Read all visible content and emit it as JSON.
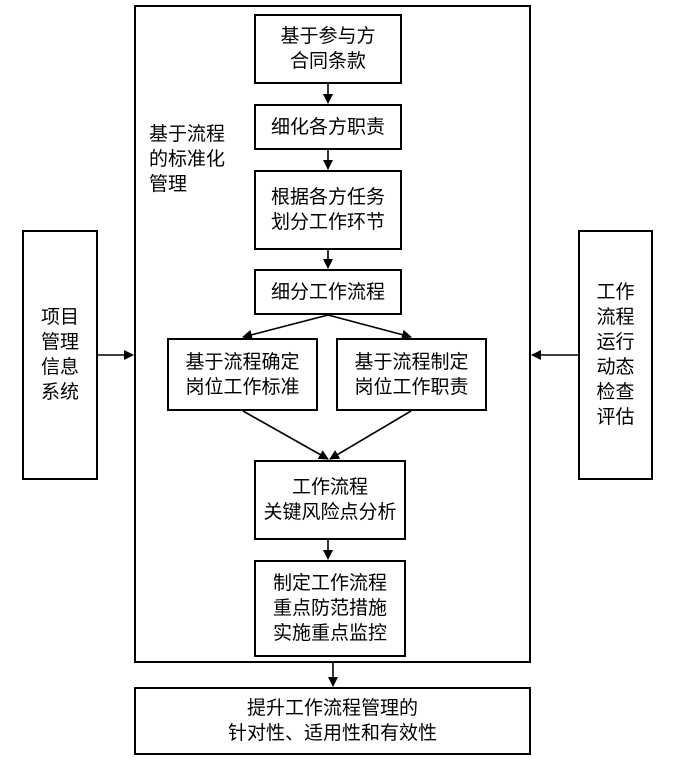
{
  "left_panel": {
    "text": "项目\n管理\n信息\n系统"
  },
  "right_panel": {
    "text": "工作\n流程\n运行\n动态\n检查\n评估"
  },
  "center_label": {
    "text": "基于流程\n的标准化\n管理"
  },
  "steps": {
    "s1": "基于参与方\n合同条款",
    "s2": "细化各方职责",
    "s3": "根据各方任务\n划分工作环节",
    "s4": "细分工作流程",
    "s5a": "基于流程确定\n岗位工作标准",
    "s5b": "基于流程制定\n岗位工作职责",
    "s6": "工作流程\n关键风险点分析",
    "s7": "制定工作流程\n重点防范措施\n实施重点监控"
  },
  "result": {
    "text": "提升工作流程管理的\n针对性、适用性和有效性"
  }
}
